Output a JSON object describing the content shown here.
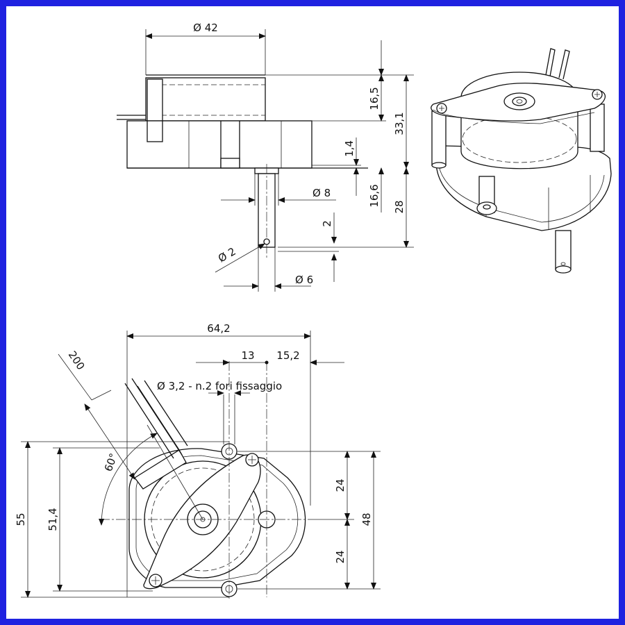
{
  "drawing": {
    "top_view": {
      "dia_body": "Ø 42",
      "h_cover": "16,5",
      "h_total": "33,1",
      "h_step": "1,4",
      "h_shaft_collar": "16,6",
      "h_shaft": "28",
      "dia_collar": "Ø 8",
      "pin_offset": "2",
      "dia_pin": "Ø 2",
      "dia_shaft": "Ø 6"
    },
    "plan_view": {
      "overall_width": "64,2",
      "hole_offset_left": "13",
      "hole_offset_right": "15,2",
      "wire_length": "200",
      "fixing_holes_note": "Ø 3,2 - n.2 fori fissaggio",
      "angle": "60°",
      "height_55": "55",
      "height_51_4": "51,4",
      "half_top": "24",
      "half_bottom": "24",
      "hole_spacing": "48"
    }
  },
  "colors": {
    "frame": "#1f22e0",
    "line": "#111111"
  }
}
